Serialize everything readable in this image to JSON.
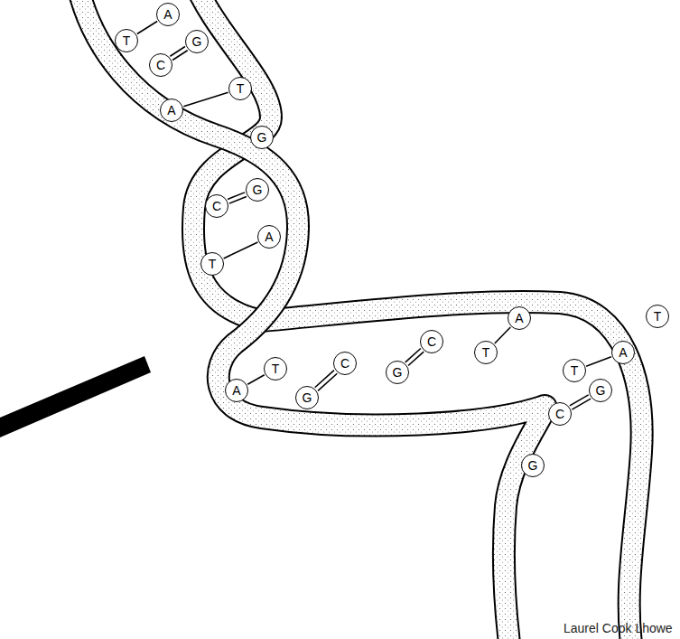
{
  "diagram": {
    "nodes": [
      {
        "text": [
          "T"
        ]
      },
      {
        "text": [
          "A"
        ]
      },
      {
        "text": [
          "C"
        ]
      },
      {
        "text": [
          "G"
        ]
      },
      {
        "text": [
          "A"
        ]
      },
      {
        "text": [
          "T"
        ]
      },
      {
        "text": [
          "G"
        ]
      },
      {
        "text": [
          "C"
        ]
      },
      {
        "text": [
          "G"
        ]
      },
      {
        "text": [
          "T"
        ]
      },
      {
        "text": [
          "A"
        ]
      },
      {
        "text": [
          "A"
        ]
      },
      {
        "text": [
          "T"
        ]
      },
      {
        "text": [
          "G"
        ]
      },
      {
        "text": [
          "C"
        ]
      },
      {
        "text": [
          "G"
        ]
      },
      {
        "text": [
          "C"
        ]
      },
      {
        "text": [
          "T"
        ]
      },
      {
        "text": [
          "A"
        ]
      },
      {
        "text": [
          "T"
        ]
      },
      {
        "text": [
          "T"
        ]
      },
      {
        "text": [
          "A"
        ]
      },
      {
        "text": [
          "C"
        ]
      },
      {
        "text": [
          "G"
        ]
      },
      {
        "text": [
          "G"
        ]
      }
    ],
    "edges": [
      {
        "from": 0,
        "to": 1,
        "arrow": "none"
      },
      {
        "from": 2,
        "to": 3,
        "arrow": "none"
      },
      {
        "from": 4,
        "to": 5,
        "arrow": "none"
      },
      {
        "from": 7,
        "to": 8,
        "arrow": "none"
      },
      {
        "from": 9,
        "to": 10,
        "arrow": "none"
      },
      {
        "from": 11,
        "to": 12,
        "arrow": "none"
      },
      {
        "from": 13,
        "to": 14,
        "arrow": "none"
      },
      {
        "from": 15,
        "to": 16,
        "arrow": "none"
      },
      {
        "from": 17,
        "to": 18,
        "arrow": "none"
      },
      {
        "from": 20,
        "to": 21,
        "arrow": "none"
      },
      {
        "from": 22,
        "to": 23,
        "arrow": "none"
      }
    ],
    "labels": [
      "Laurel Cook Lhowe"
    ]
  }
}
